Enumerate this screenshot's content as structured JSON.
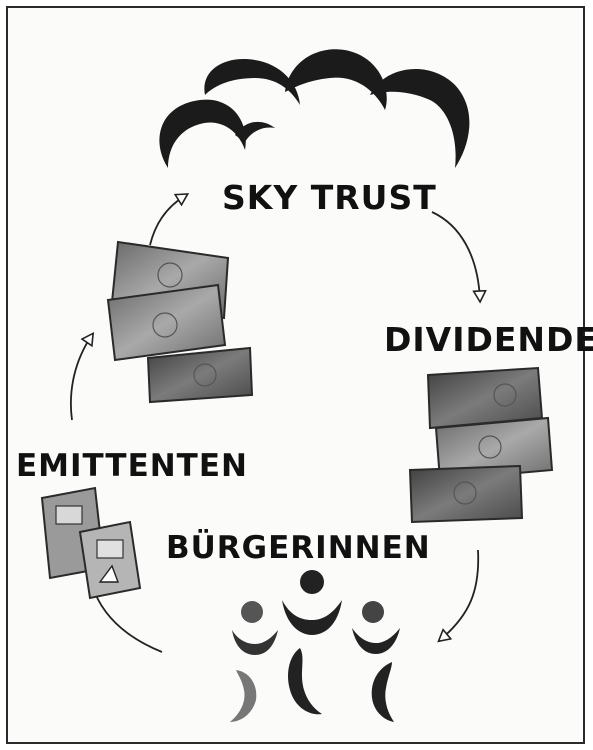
{
  "labels": {
    "sky_trust": "SKY TRUST",
    "dividende": "DIVIDENDE",
    "emittenten": "EMITTENTEN",
    "buergerinnen": "BÜRGERINNEN"
  },
  "icons": [
    "cloud-icon",
    "banknotes-icon",
    "banknotes-icon",
    "permit-cards-icon",
    "people-group-icon",
    "arrow-icon"
  ],
  "colors": {
    "ink": "#1b1b1b",
    "note_dark": "#5a5a5a",
    "note_mid": "#8a8a8a",
    "people_dark": "#222222",
    "people_light": "#777777"
  }
}
